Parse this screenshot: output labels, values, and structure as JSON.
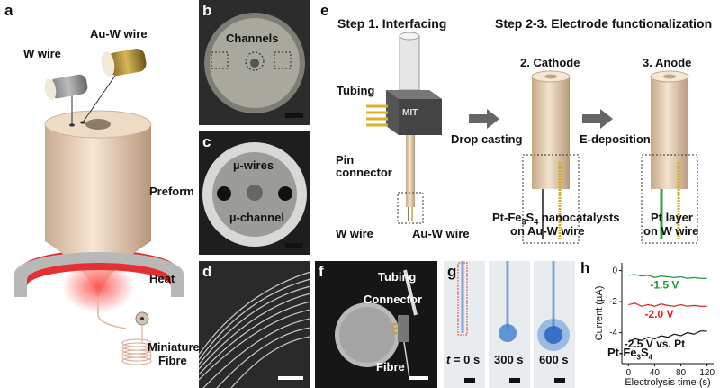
{
  "panel_a": {
    "letter": "a",
    "w_wire": "W wire",
    "auw_wire": "Au-W wire",
    "preform": "Preform",
    "heat": "Heat",
    "fibre_line1": "Miniature",
    "fibre_line2": "Fibre"
  },
  "panel_b": {
    "letter": "b",
    "channels": "Channels"
  },
  "panel_c": {
    "letter": "c",
    "wires": "µ-wires",
    "channel": "µ-channel"
  },
  "panel_d": {
    "letter": "d"
  },
  "panel_e": {
    "letter": "e",
    "step1": "Step 1. Interfacing",
    "step23": "Step 2-3. Electrode functionalization",
    "cathode": "2. Cathode",
    "anode": "3. Anode",
    "tubing": "Tubing",
    "pin1": "Pin",
    "pin2": "connector",
    "drop_casting": "Drop casting",
    "edep": "E-deposition",
    "w_wire": "W wire",
    "auw_wire": "Au-W wire",
    "mit": "MIT",
    "cat1_pre": "Pt-Fe",
    "cat1_sub1": "3",
    "cat1_mid": "S",
    "cat1_sub2": "4",
    "cat1_post": " nanocatalysts",
    "cat2": "on Au-W wire",
    "pt1": "Pt layer",
    "pt2": "on W wire"
  },
  "panel_f": {
    "letter": "f",
    "tubing": "Tubing",
    "connector": "Connector",
    "fibre": "Fibre"
  },
  "panel_g": {
    "letter": "g",
    "t0_pre": "t",
    "t0_post": " = 0 s",
    "t300": "300 s",
    "t600": "600 s"
  },
  "panel_h": {
    "letter": "h",
    "ylabel": "Current (µA)",
    "xlabel": "Electrolysis time (s)",
    "sample_pre": "Pt-Fe",
    "sample_sub1": "3",
    "sample_mid": "S",
    "sample_sub2": "4",
    "colors": {
      "green": "#1a9a3a",
      "red": "#e0251b",
      "black": "#111111"
    }
  },
  "chart_data": {
    "type": "line",
    "title": "",
    "xlabel": "Electrolysis time (s)",
    "ylabel": "Current (µA)",
    "xlim": [
      -10,
      130
    ],
    "ylim": [
      -6,
      0.5
    ],
    "xticks": [
      0,
      40,
      80,
      120
    ],
    "yticks": [
      0,
      -2,
      -4
    ],
    "x": [
      0,
      10,
      20,
      30,
      40,
      50,
      60,
      70,
      80,
      90,
      100,
      110,
      120
    ],
    "series": [
      {
        "name": "-1.5 V",
        "color": "#1a9a3a",
        "values": [
          -0.3,
          -0.25,
          -0.35,
          -0.3,
          -0.45,
          -0.35,
          -0.4,
          -0.45,
          -0.4,
          -0.5,
          -0.45,
          -0.5,
          -0.5
        ]
      },
      {
        "name": "-2.0 V",
        "color": "#e0251b",
        "values": [
          -2.2,
          -2.1,
          -2.3,
          -2.2,
          -2.3,
          -2.15,
          -2.25,
          -2.3,
          -2.2,
          -2.3,
          -2.25,
          -2.3,
          -2.3
        ]
      },
      {
        "name": "-2.5 V vs. Pt",
        "color": "#111111",
        "values": [
          -4.6,
          -4.4,
          -4.5,
          -4.3,
          -4.4,
          -4.2,
          -4.3,
          -4.1,
          -4.2,
          -4.0,
          -4.1,
          -3.9,
          -3.9
        ]
      }
    ]
  }
}
